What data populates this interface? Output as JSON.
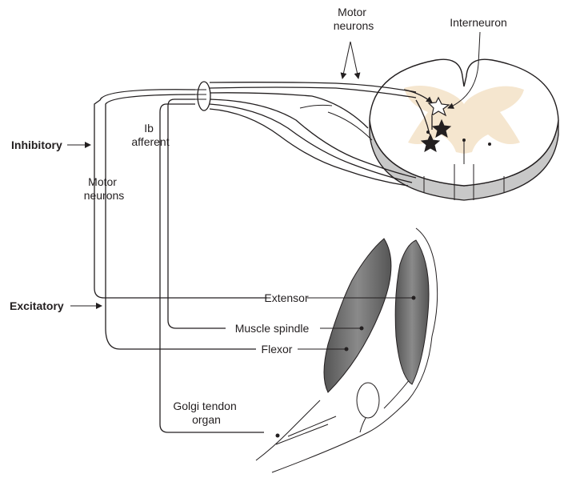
{
  "labels": {
    "motor_neurons_top_1": "Motor",
    "motor_neurons_top_2": "neurons",
    "interneuron": "Interneuron",
    "inhibitory": "Inhibitory",
    "ib_afferent_1": "Ib",
    "ib_afferent_2": "afferent",
    "motor_neurons_side_1": "Motor",
    "motor_neurons_side_2": "neurons",
    "excitatory": "Excitatory",
    "extensor": "Extensor",
    "muscle_spindle": "Muscle spindle",
    "flexor": "Flexor",
    "golgi_1": "Golgi tendon",
    "golgi_2": "organ"
  },
  "colors": {
    "line": "#231f20",
    "gray_matter": "#f5e6cf",
    "cord_shadow": "#c8c8c8",
    "muscle": "#6e6e6e",
    "inhibitory_neuron": "#ffffff",
    "excitatory_neuron": "#231f20"
  }
}
